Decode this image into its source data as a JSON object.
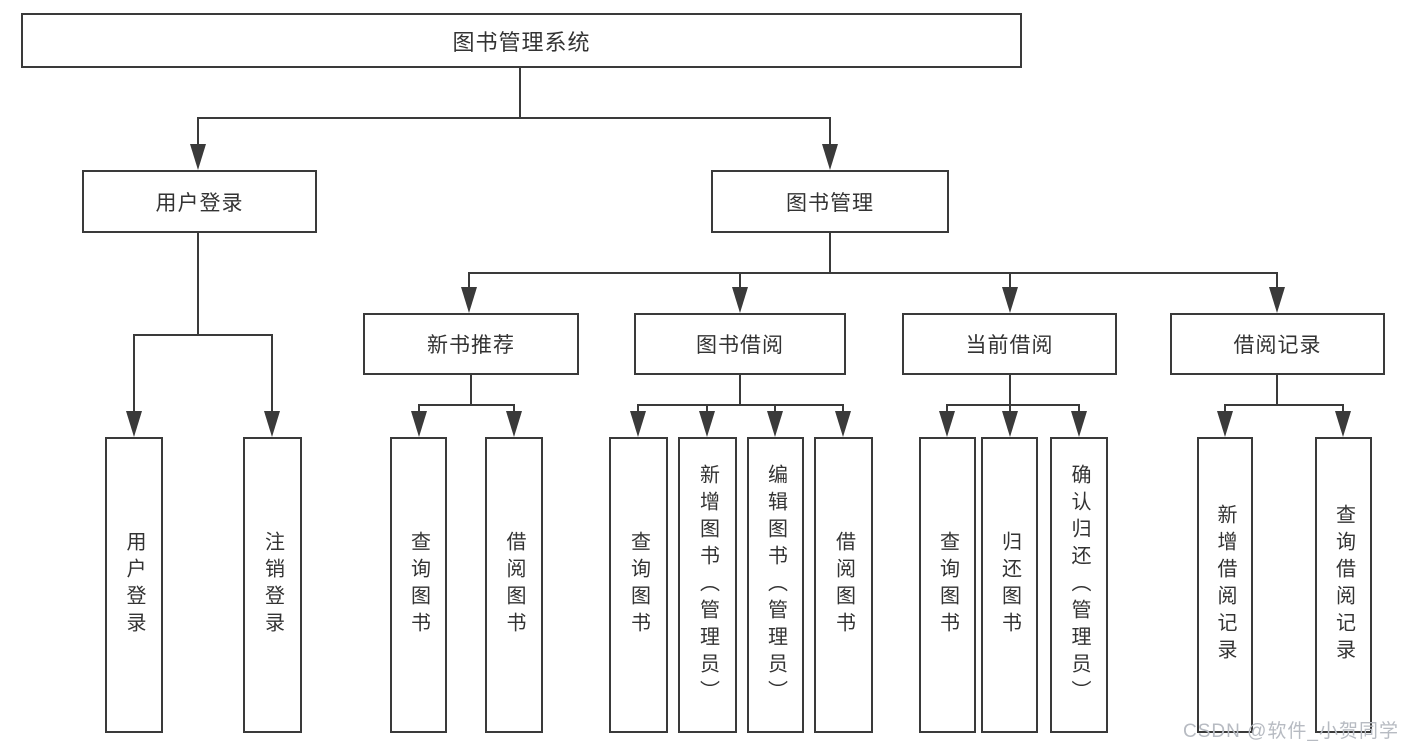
{
  "diagram_type": "hierarchy-tree",
  "tree": {
    "label": "图书管理系统",
    "children": [
      {
        "label": "用户登录",
        "children": [
          {
            "label": "用户登录"
          },
          {
            "label": "注销登录"
          }
        ]
      },
      {
        "label": "图书管理",
        "children": [
          {
            "label": "新书推荐",
            "children": [
              {
                "label": "查询图书"
              },
              {
                "label": "借阅图书"
              }
            ]
          },
          {
            "label": "图书借阅",
            "children": [
              {
                "label": "查询图书"
              },
              {
                "label": "新增图书（管理员）"
              },
              {
                "label": "编辑图书（管理员）"
              },
              {
                "label": "借阅图书"
              }
            ]
          },
          {
            "label": "当前借阅",
            "children": [
              {
                "label": "查询图书"
              },
              {
                "label": "归还图书"
              },
              {
                "label": "确认归还（管理员）"
              }
            ]
          },
          {
            "label": "借阅记录",
            "children": [
              {
                "label": "新增借阅记录"
              },
              {
                "label": "查询借阅记录"
              }
            ]
          }
        ]
      }
    ]
  },
  "watermark": {
    "text": "CSDN @软件_小贺同学"
  },
  "colors": {
    "line": "#3a3a3a",
    "text": "#333333",
    "background": "#ffffff",
    "watermark": "#b7bbc2"
  }
}
